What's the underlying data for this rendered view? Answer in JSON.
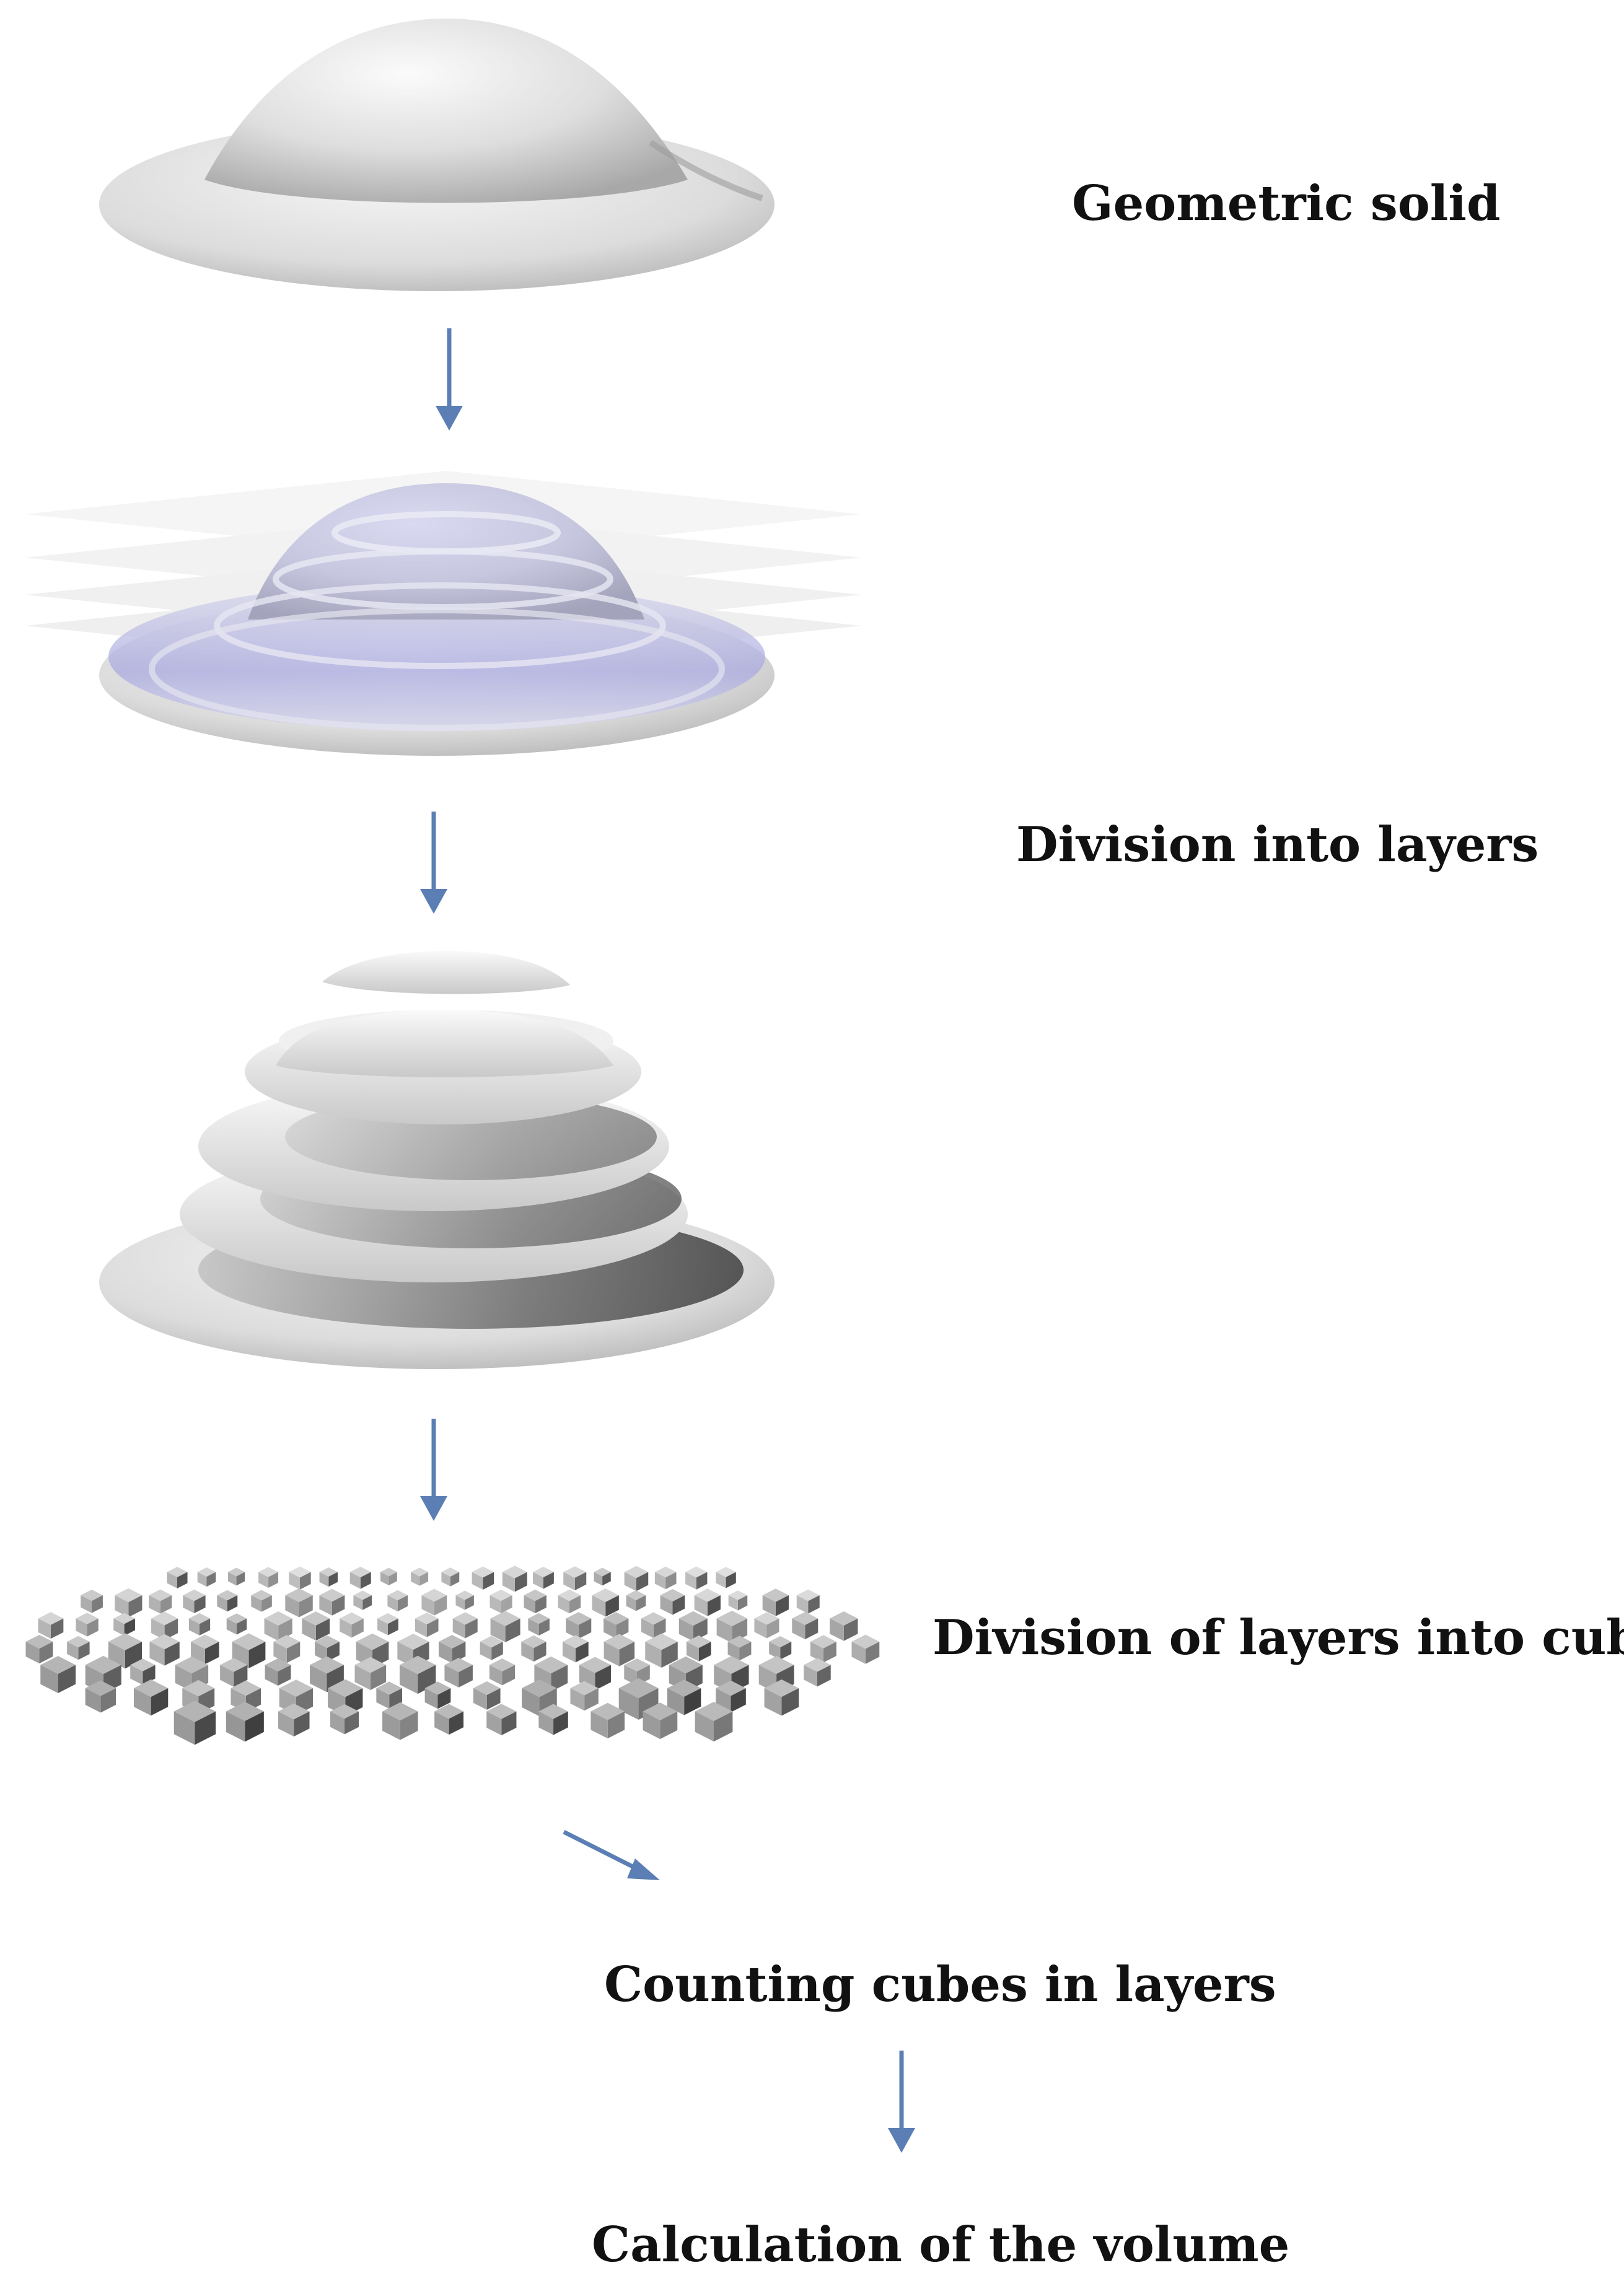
{
  "steps": [
    {
      "id": "geometric-solid",
      "label": "Geometric solid"
    },
    {
      "id": "division-into-layers",
      "label": "Division into layers"
    },
    {
      "id": "division-of-layers-into-cubes",
      "label": "Division of layers into cubes"
    },
    {
      "id": "counting-cubes-in-layers",
      "label": "Counting cubes in layers"
    },
    {
      "id": "calculation-of-the-volume",
      "label": "Calculation of the volume"
    }
  ],
  "colors": {
    "arrow": "#5b7fb4",
    "solid_light": "#f4f4f4",
    "solid_dark": "#9a9a9a",
    "layer_tint": "#8f8fd6",
    "text": "#111111"
  },
  "icons": {
    "flow_arrow": "arrow-down-icon",
    "diagonal_arrow": "arrow-down-right-icon"
  }
}
